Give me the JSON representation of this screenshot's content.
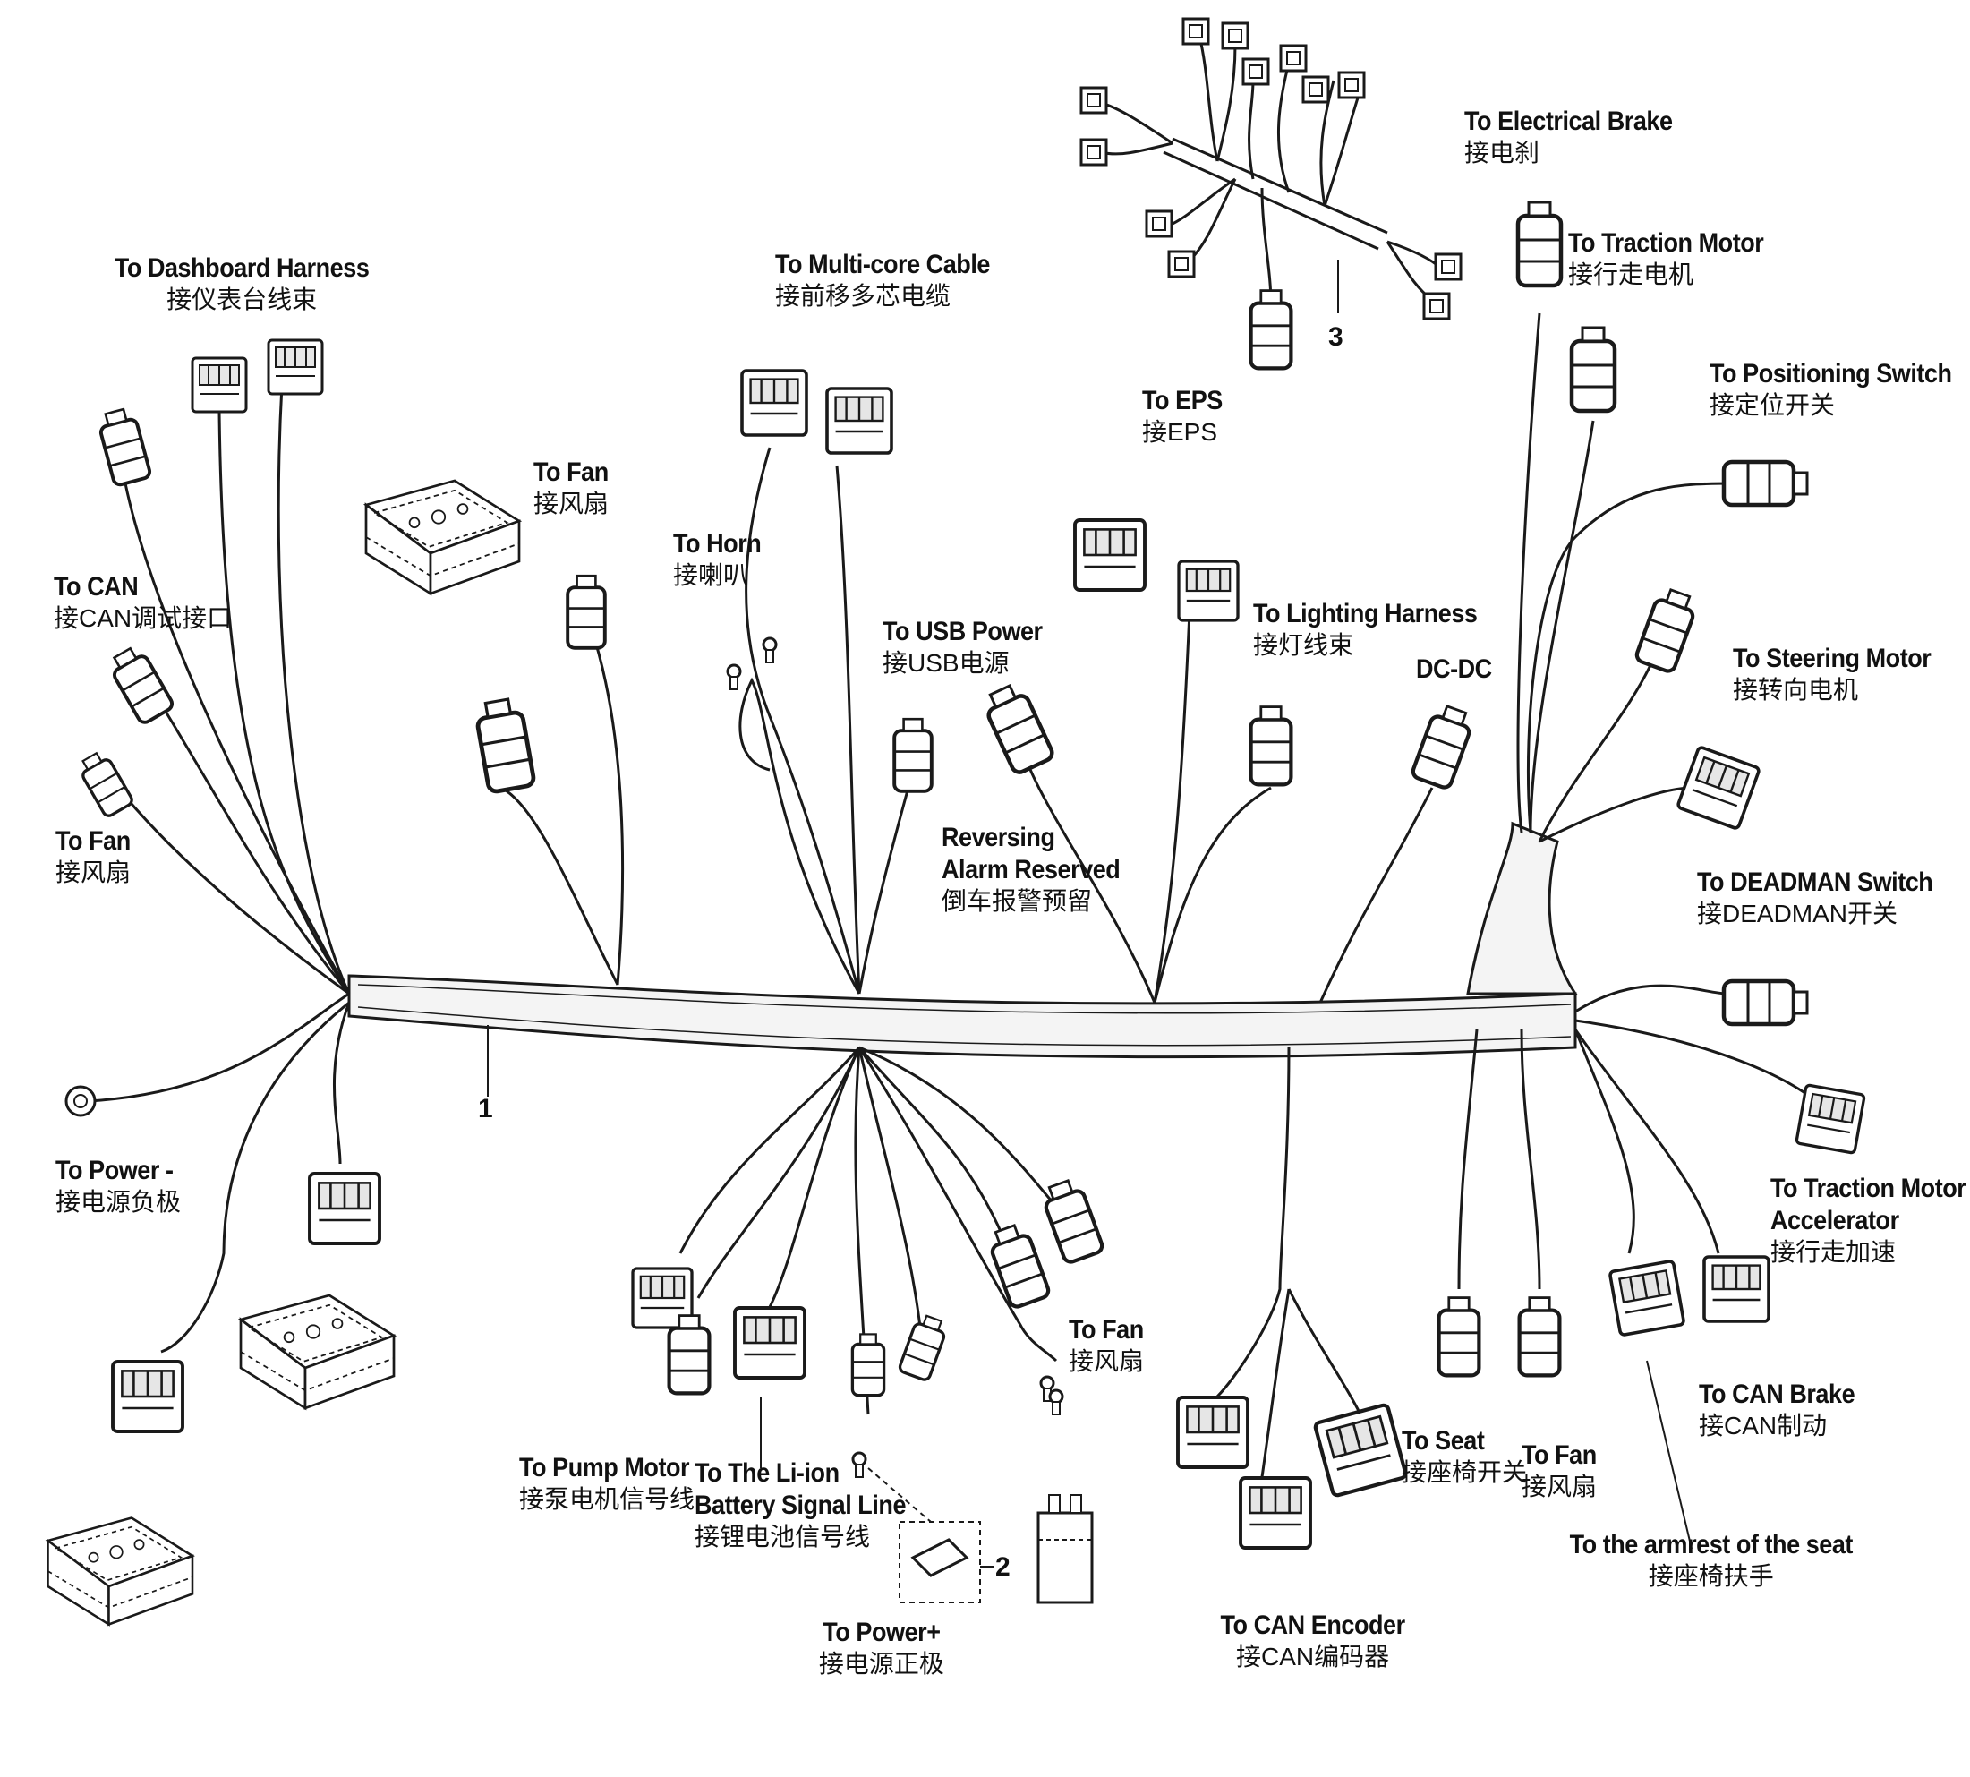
{
  "labels": {
    "dashboard": {
      "en": "To Dashboard Harness",
      "cn": "接仪表台线束"
    },
    "can_debug": {
      "en": "To CAN",
      "cn": "接CAN调试接口"
    },
    "fan_left": {
      "en": "To Fan",
      "cn": "接风扇"
    },
    "power_neg": {
      "en": "To Power -",
      "cn": "接电源负极"
    },
    "fan_top": {
      "en": "To Fan",
      "cn": "接风扇"
    },
    "horn": {
      "en": "To Horn",
      "cn": "接喇叭"
    },
    "multicore": {
      "en": "To Multi-core Cable",
      "cn": "接前移多芯电缆"
    },
    "usb": {
      "en": "To USB Power",
      "cn": "接USB电源"
    },
    "reversing": {
      "en1": "Reversing",
      "en2": "Alarm Reserved",
      "cn": "倒车报警预留"
    },
    "eps": {
      "en": "To EPS",
      "cn": "接EPS"
    },
    "lighting": {
      "en": "To Lighting Harness",
      "cn": "接灯线束"
    },
    "dcdc": {
      "en": "DC-DC"
    },
    "elec_brake": {
      "en": "To Electrical Brake",
      "cn": "接电刹"
    },
    "traction_motor": {
      "en": "To Traction Motor",
      "cn": "接行走电机"
    },
    "positioning": {
      "en": "To Positioning Switch",
      "cn": "接定位开关"
    },
    "steering": {
      "en": "To Steering Motor",
      "cn": "接转向电机"
    },
    "deadman": {
      "en": "To DEADMAN Switch",
      "cn": "接DEADMAN开关"
    },
    "accelerator": {
      "en1": "To Traction Motor",
      "en2": "Accelerator",
      "cn": "接行走加速"
    },
    "can_brake": {
      "en": "To CAN Brake",
      "cn": "接CAN制动"
    },
    "armrest": {
      "en": "To the armrest of the seat",
      "cn": "接座椅扶手"
    },
    "seat": {
      "en": "To Seat",
      "cn": "接座椅开关"
    },
    "fan_right": {
      "en": "To Fan",
      "cn": "接风扇"
    },
    "can_encoder": {
      "en": "To CAN Encoder",
      "cn": "接CAN编码器"
    },
    "power_pos": {
      "en": "To Power+",
      "cn": "接电源正极"
    },
    "liion": {
      "en1": "To The Li-ion",
      "en2": "Battery Signal Line",
      "cn": "接锂电池信号线"
    },
    "pump": {
      "en": "To Pump Motor",
      "cn": "接泵电机信号线"
    },
    "fan_mid": {
      "en": "To Fan",
      "cn": "接风扇"
    }
  },
  "callouts": {
    "one": "1",
    "two": "2",
    "three": "3"
  },
  "colors": {
    "line": "#1a1a1a",
    "fill": "#ffffff",
    "shade": "#d8d8d8"
  }
}
